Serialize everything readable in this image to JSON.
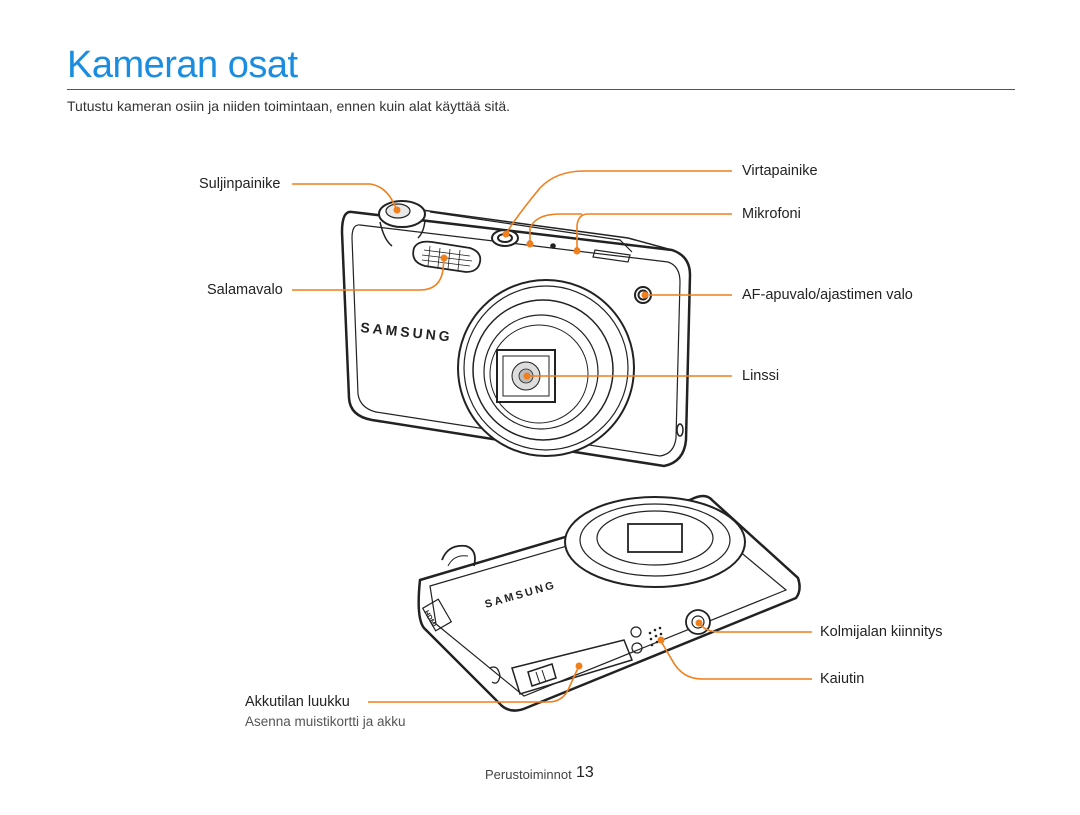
{
  "page": {
    "title": "Kameran osat",
    "intro": "Tutustu kameran osiin ja niiden toimintaan, ennen kuin alat käyttää sitä."
  },
  "labels": {
    "shutter": "Suljinpainike",
    "flash": "Salamavalo",
    "power": "Virtapainike",
    "mic": "Mikrofoni",
    "af_lamp": "AF-apuvalo/ajastimen valo",
    "lens": "Linssi",
    "tripod": "Kolmijalan kiinnitys",
    "speaker": "Kaiutin",
    "battery_door": "Akkutilan luukku",
    "battery_door_note": "Asenna muistikortti ja akku"
  },
  "brand": "SAMSUNG",
  "hdmi": "HDMI",
  "footer": {
    "section": "Perustoiminnot",
    "page_number": "13"
  },
  "colors": {
    "title": "#1a8de0",
    "callout": "#f07f1c"
  }
}
